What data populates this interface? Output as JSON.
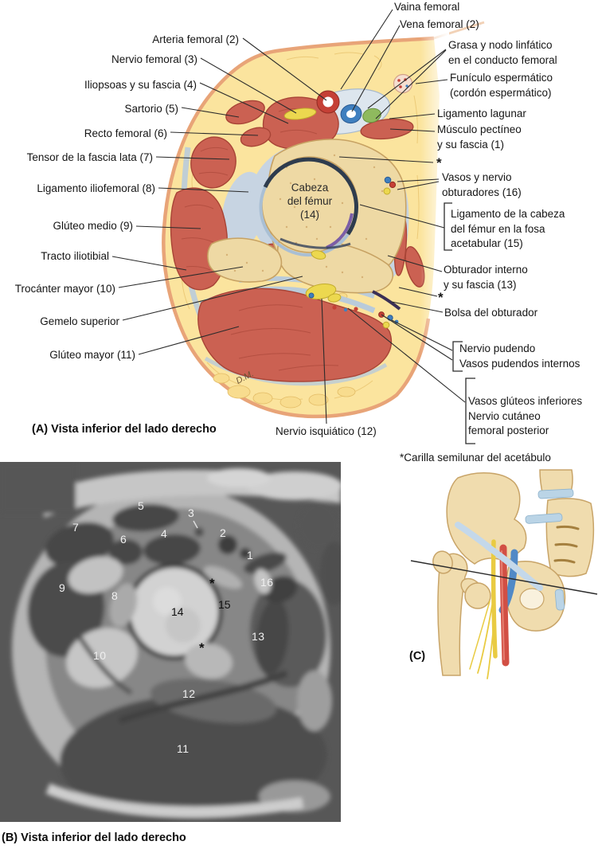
{
  "panel_a": {
    "caption": "(A) Vista inferior del lado derecho",
    "head_label": "Cabeza\ndel fémur\n(14)",
    "signature": "D.M.",
    "labels": {
      "vaina": "Vaina femoral",
      "vena": "Vena femoral (2)",
      "arteria": "Arteria femoral (2)",
      "nervio_femoral": "Nervio femoral (3)",
      "iliopsoas": "Iliopsoas y su fascia (4)",
      "sartorio": "Sartorio (5)",
      "recto_femoral": "Recto femoral (6)",
      "tensor_fascia_lata": "Tensor de la fascia lata (7)",
      "ligamento_iliofemoral": "Ligamento iliofemoral (8)",
      "gluteo_medio": "Glúteo medio (9)",
      "tracto_iliotibial": "Tracto iliotibial",
      "trocanter_mayor": "Trocánter mayor (10)",
      "gemelo_superior": "Gemelo superior",
      "gluteo_mayor": "Glúteo mayor (11)",
      "grasa_nodo": "Grasa y nodo linfático\nen el conducto femoral",
      "funiculo": "Funículo espermático\n(cordón espermático)",
      "ligamento_lagunar": "Ligamento lagunar",
      "musculo_pectineo": "Músculo pectíneo\ny su fascia (1)",
      "asterisco_superior": "*",
      "vasos_obturadores": "Vasos y nervio\nobturadores (16)",
      "ligamento_cabeza": "Ligamento de la cabeza\ndel fémur en la fosa\nacetabular (15)",
      "obturador_interno": "Obturador interno\ny su fascia (13)",
      "asterisco_inferior": "*",
      "bolsa_obturador": "Bolsa del obturador",
      "nervio_pudendo": "Nervio pudendo\nVasos pudendos internos",
      "vasos_gluteos": "Vasos glúteos inferiores\nNervio cutáneo\nfemoral posterior",
      "nervio_isquiatico": "Nervio isquiático (12)"
    }
  },
  "panel_b": {
    "caption": "(B) Vista inferior del lado derecho",
    "markers": {
      "m5": "5",
      "m3": "3",
      "m7": "7",
      "m6": "6",
      "m4": "4",
      "m2": "2",
      "m1": "1",
      "m9": "9",
      "m8": "8",
      "m16": "16",
      "star_sup": "*",
      "m15": "15",
      "m14": "14",
      "star_inf": "*",
      "m13": "13",
      "m10": "10",
      "m12": "12",
      "m11": "11"
    }
  },
  "panel_c": {
    "note": "*Carilla semilunar del acetábulo",
    "caption": "(C)"
  },
  "colors": {
    "muscle": "#cb6152",
    "bone": "#eed9a4",
    "fat": "#fbe49e",
    "fascia": "#c7d4e2",
    "skin": "#e8a478",
    "artery": "#c54036",
    "vein": "#3f7fbf",
    "nerve": "#ecd84f",
    "lymph_node": "#8fba5e",
    "cartilage_dark": "#2e3c4e",
    "ligament_purple": "#7b5ea7"
  }
}
